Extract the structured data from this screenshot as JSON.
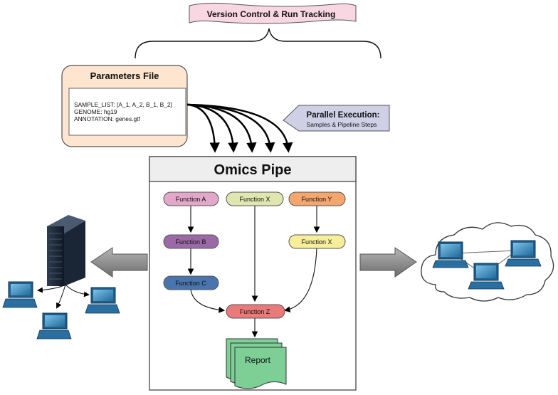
{
  "version_control": {
    "label": "Version Control & Run Tracking"
  },
  "parameters_file": {
    "title": "Parameters File",
    "lines": [
      "SAMPLE_LIST: [A_1, A_2, B_1, B_2]",
      "GENOME: hg19",
      "ANNOTATION: genes.gtf"
    ]
  },
  "parallel_execution": {
    "title": "Parallel Execution:",
    "subtitle": "Samples & Pipeline Steps"
  },
  "omics_pipe": {
    "title": "Omics Pipe",
    "nodes": {
      "function_a": {
        "label": "Function A",
        "color": "#e2a8c9"
      },
      "function_b": {
        "label": "Function B",
        "color": "#9b6aa6"
      },
      "function_c": {
        "label": "Function C",
        "color": "#4a74ad"
      },
      "function_x_top": {
        "label": "Function X",
        "color": "#dfe6b0"
      },
      "function_y": {
        "label": "Function Y",
        "color": "#f4a66e"
      },
      "function_x_right": {
        "label": "Function X",
        "color": "#f7ee9c"
      },
      "function_z": {
        "label": "Function Z",
        "color": "#ea7a7a"
      }
    },
    "report": {
      "label": "Report",
      "color": "#7dcf96"
    }
  },
  "colors": {
    "params_bg": "#fde5cf",
    "params_border": "#555555",
    "banner_bg": "#f8d6e2",
    "parallel_bg": "#cfd0e6",
    "pipe_header_bg": "#eeeeee",
    "arrow_gray": "#8a8a8a",
    "computer_blue": "#2a6fa0"
  }
}
